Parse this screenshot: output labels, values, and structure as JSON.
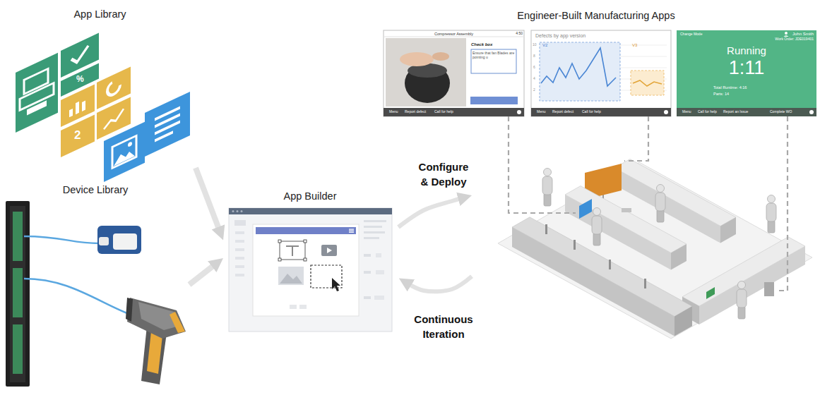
{
  "diagram": {
    "nodes": [
      {
        "text": [
          "App Library"
        ]
      },
      {
        "text": [
          "Device Library"
        ]
      },
      {
        "text": [
          "App Builder"
        ]
      },
      {
        "text": [
          "Engineer-Built Manufacturing Apps"
        ]
      },
      {
        "text": [
          "Compressor Assembly",
          "4:50",
          "Check box",
          "Ensure that fan Blades are pointing u",
          "Menu",
          "Report defect",
          "Call for help"
        ],
        "in": 3
      },
      {
        "text": [
          "Defects by app version",
          "V2",
          "V3",
          "10",
          "8",
          "6",
          "4",
          "2",
          "Menu",
          "Report defect",
          "Call for help"
        ],
        "in": 3
      },
      {
        "text": [
          "Change Mode",
          "John Smith",
          "Work Order: JDE019401",
          "Running",
          "1:11",
          "Total Runtime: 4:16",
          "Parts: 14",
          "Menu",
          "Call for help",
          "Report an Issue",
          "Complete WO"
        ],
        "in": 3
      }
    ],
    "edges": [
      {
        "from": 0,
        "to": 2,
        "arrow": "to"
      },
      {
        "from": 1,
        "to": 2,
        "arrow": "to"
      },
      {
        "from": 2,
        "to": 3,
        "label": "Configure & Deploy",
        "arrow": "to"
      },
      {
        "from": 3,
        "to": 2,
        "label": "Continuous Iteration",
        "arrow": "to"
      }
    ],
    "labels": [
      "%",
      "2"
    ]
  }
}
